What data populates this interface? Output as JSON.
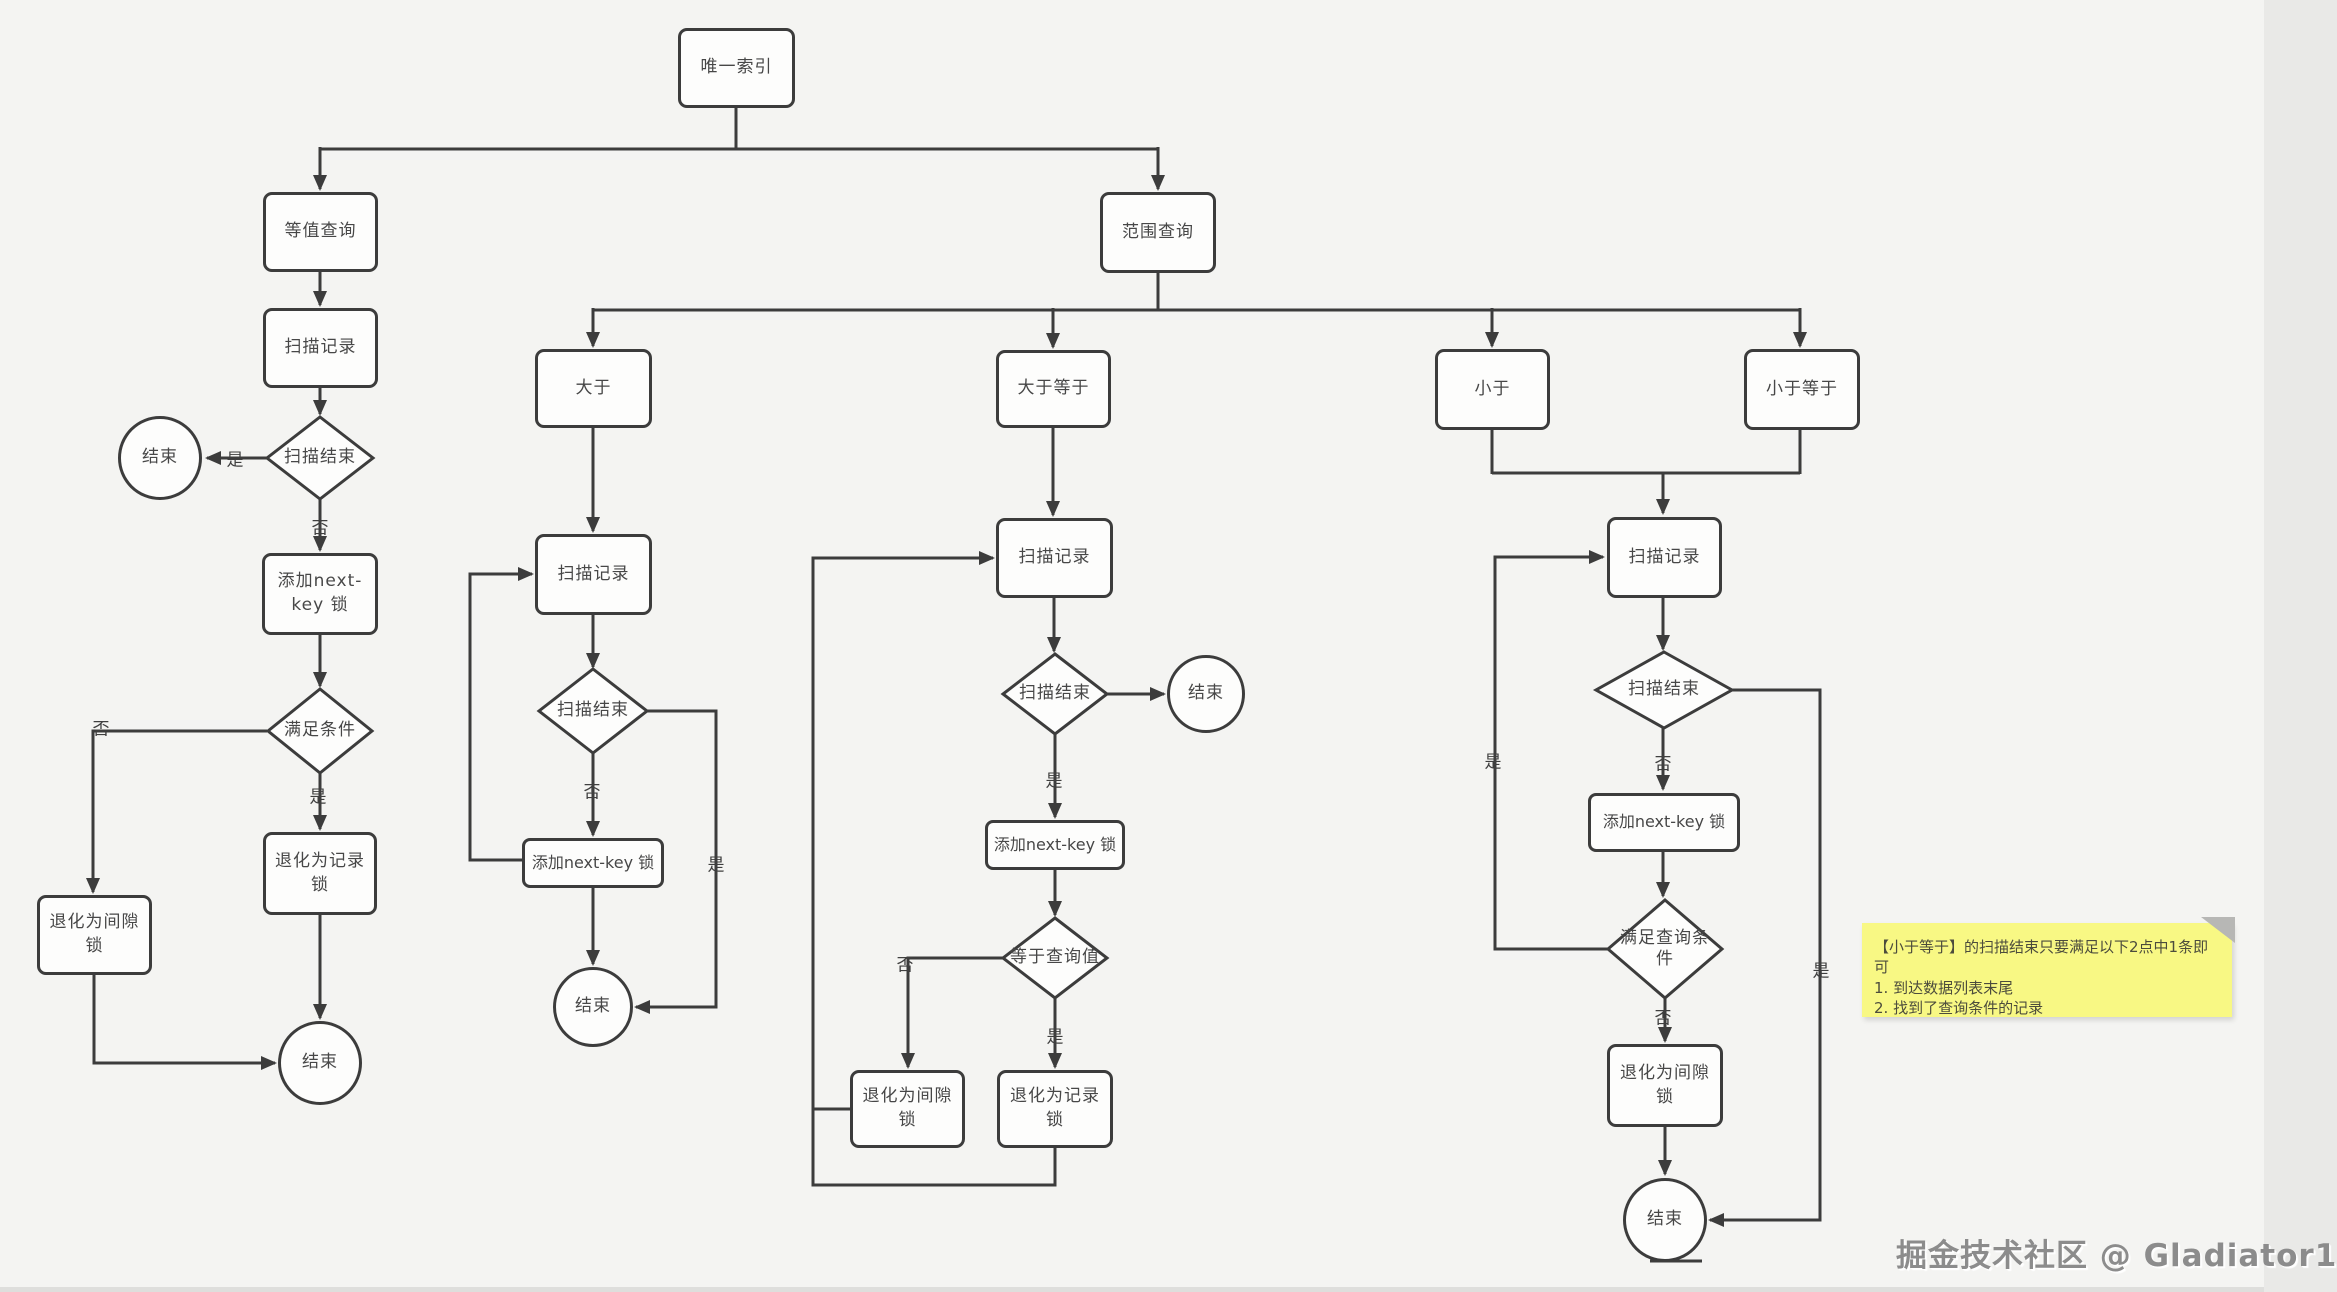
{
  "nodes": {
    "unique_index": "唯一索引",
    "equal_query": "等值查询",
    "range_query": "范围查询",
    "scan_record": "扫描记录",
    "scan_end": "扫描结束",
    "end": "结束",
    "add_next_key_lock": "添加next-key 锁",
    "satisfy_condition": "满足条件",
    "degrade_record_lock": "退化为记录锁",
    "degrade_gap_lock": "退化为间隙锁",
    "greater_than": "大于",
    "greater_equal": "大于等于",
    "less_than": "小于",
    "less_equal": "小于等于",
    "equal_query_value": "等于查询值",
    "satisfy_query_condition": "满足查询条件"
  },
  "branch_labels": {
    "yes": "是",
    "no": "否"
  },
  "note": {
    "title": "【小于等于】的扫描结束只要满足以下2点中1条即可",
    "item1": "1. 到达数据列表末尾",
    "item2": "2. 找到了查询条件的记录"
  },
  "watermark": "掘金技术社区 @ Gladiator1",
  "colors": {
    "background": "#f4f4f2",
    "line": "#3c3c3c",
    "node_fill": "#fdfdfc",
    "note_fill": "#f8f884",
    "watermark": "#8c8c8c"
  }
}
